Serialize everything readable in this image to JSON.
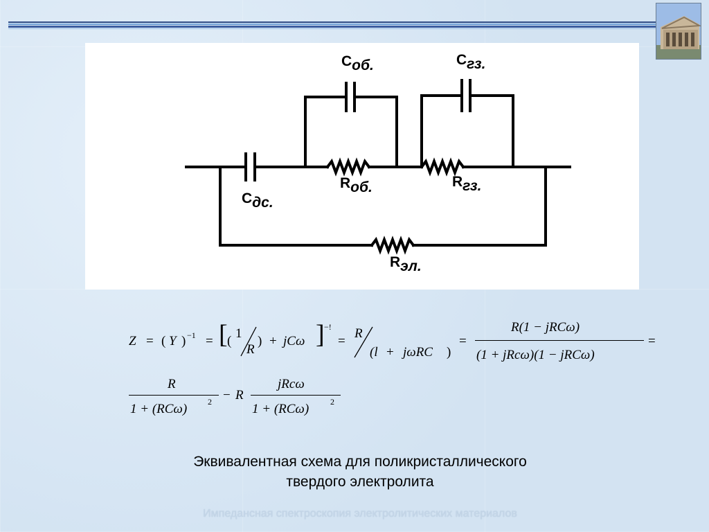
{
  "circuit": {
    "labels": [
      {
        "main": "C",
        "sub": "об."
      },
      {
        "main": "C",
        "sub": "гз."
      },
      {
        "main": "C",
        "sub": "дс."
      },
      {
        "main": "R",
        "sub": "об."
      },
      {
        "main": "R",
        "sub": "гз."
      },
      {
        "main": "R",
        "sub": "эл."
      }
    ]
  },
  "formula": {
    "line1": [
      "Z",
      "=",
      "(",
      "Y",
      ")",
      "−1",
      "=",
      "[",
      "(",
      "1",
      "R",
      ")",
      "+",
      "jCω",
      "]",
      "−!",
      "=",
      "R",
      "(l",
      "+",
      "jωRC",
      ")",
      "=",
      "R(1 − jRCω)",
      "(1 + jRcω)(1 − jRCω)",
      "="
    ],
    "line2": [
      "R",
      "1 + (RCω)",
      "2",
      "−",
      "R",
      "jRcω",
      "1 + (RCω)",
      "2"
    ]
  },
  "caption": {
    "line1": "Эквивалентная схема для поликристаллического",
    "line2": "твердого электролита"
  },
  "footer": "Импедансная спектроскопия электролитических материалов",
  "colors": {
    "background": "#d6e6f4",
    "panel": "#ffffff",
    "rule_dark": "#2f4c86",
    "rule_light": "#6fa0d6",
    "footer_text": "#c4d6e8"
  },
  "icons": [
    "building-logo-image"
  ]
}
